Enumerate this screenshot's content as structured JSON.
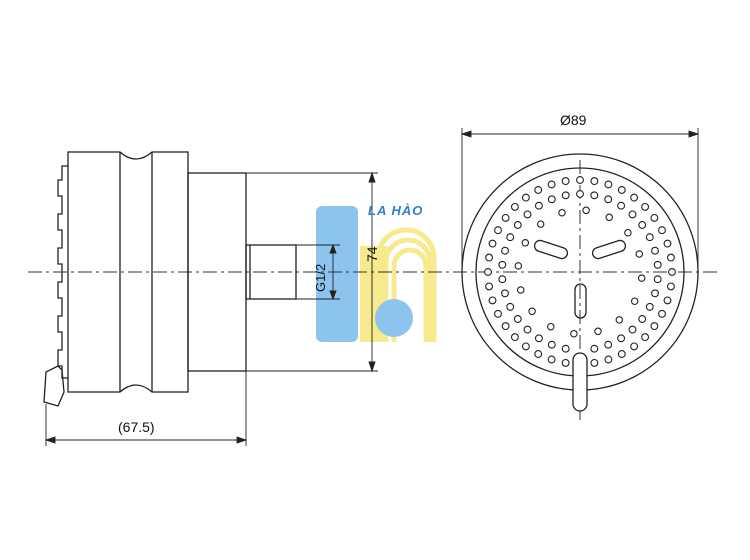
{
  "dimensions": {
    "diameter": "Ø89",
    "width": "(67.5)",
    "height": "74",
    "thread": "G1/2"
  },
  "watermark": {
    "text": "LA HÀO",
    "colors": {
      "blue": "#8cc4ee",
      "yellow": "#f6ea8c",
      "text": "#2d7fd0"
    }
  },
  "colors": {
    "line": "#222222",
    "center_line": "#333333"
  }
}
